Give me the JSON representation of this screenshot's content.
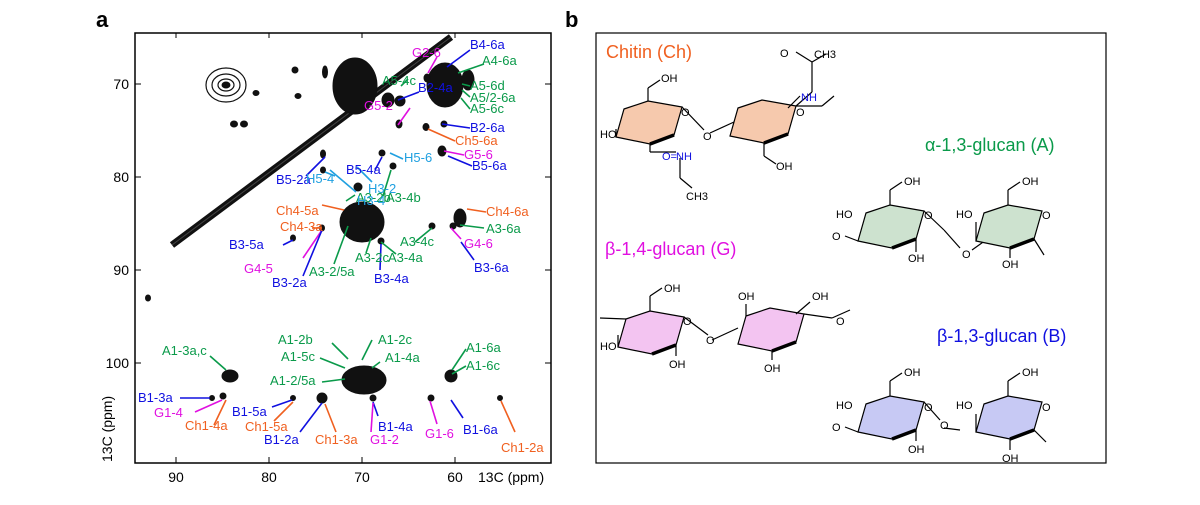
{
  "panel_a": {
    "letter": "a",
    "x_axis_label": "13C (ppm)",
    "y_axis_label": "13C (ppm)",
    "x_ticks": [
      "90",
      "80",
      "70",
      "60"
    ],
    "y_ticks": [
      "70",
      "80",
      "90",
      "100"
    ],
    "peaks": [
      {
        "label": "G2-6",
        "group": "G"
      },
      {
        "label": "B4-6a",
        "group": "B"
      },
      {
        "label": "A4-6a",
        "group": "A"
      },
      {
        "label": "A5-4c",
        "group": "A"
      },
      {
        "label": "B2-4a",
        "group": "B"
      },
      {
        "label": "A5-6d",
        "group": "A"
      },
      {
        "label": "A5/2-6a",
        "group": "A"
      },
      {
        "label": "A5-6c",
        "group": "A"
      },
      {
        "label": "G5-2",
        "group": "G"
      },
      {
        "label": "B2-6a",
        "group": "B"
      },
      {
        "label": "Ch5-6a",
        "group": "Ch"
      },
      {
        "label": "H5-6",
        "group": "H"
      },
      {
        "label": "G5-6",
        "group": "G"
      },
      {
        "label": "B5-2a",
        "group": "B"
      },
      {
        "label": "B5-4a",
        "group": "B"
      },
      {
        "label": "B5-6a",
        "group": "B"
      },
      {
        "label": "H5-4",
        "group": "H"
      },
      {
        "label": "H3-2",
        "group": "H"
      },
      {
        "label": "A3-2b",
        "group": "A"
      },
      {
        "label": "H3-4",
        "group": "H"
      },
      {
        "label": "A3-4b",
        "group": "A"
      },
      {
        "label": "Ch4-5a",
        "group": "Ch"
      },
      {
        "label": "Ch4-6a",
        "group": "Ch"
      },
      {
        "label": "Ch4-3a",
        "group": "Ch"
      },
      {
        "label": "A3-6a",
        "group": "A"
      },
      {
        "label": "B3-5a",
        "group": "B"
      },
      {
        "label": "A3-4c",
        "group": "A"
      },
      {
        "label": "G4-6",
        "group": "G"
      },
      {
        "label": "A3-2c",
        "group": "A"
      },
      {
        "label": "G4-5",
        "group": "G"
      },
      {
        "label": "A3-2/5a",
        "group": "A"
      },
      {
        "label": "A3-4a",
        "group": "A"
      },
      {
        "label": "B3-6a",
        "group": "B"
      },
      {
        "label": "B3-2a",
        "group": "B"
      },
      {
        "label": "B3-4a",
        "group": "B"
      },
      {
        "label": "A1-2b",
        "group": "A"
      },
      {
        "label": "A1-2c",
        "group": "A"
      },
      {
        "label": "A1-3a,c",
        "group": "A"
      },
      {
        "label": "A1-5c",
        "group": "A"
      },
      {
        "label": "A1-4a",
        "group": "A"
      },
      {
        "label": "A1-6a",
        "group": "A"
      },
      {
        "label": "A1-6c",
        "group": "A"
      },
      {
        "label": "A1-2/5a",
        "group": "A"
      },
      {
        "label": "B1-3a",
        "group": "B"
      },
      {
        "label": "G1-4",
        "group": "G"
      },
      {
        "label": "B1-5a",
        "group": "B"
      },
      {
        "label": "Ch1-5a",
        "group": "Ch"
      },
      {
        "label": "B1-4a",
        "group": "B"
      },
      {
        "label": "Ch1-4a",
        "group": "Ch"
      },
      {
        "label": "B1-2a",
        "group": "B"
      },
      {
        "label": "Ch1-3a",
        "group": "Ch"
      },
      {
        "label": "G1-2",
        "group": "G"
      },
      {
        "label": "G1-6",
        "group": "G"
      },
      {
        "label": "B1-6a",
        "group": "B"
      },
      {
        "label": "Ch1-2a",
        "group": "Ch"
      }
    ]
  },
  "panel_b": {
    "letter": "b",
    "chitin": {
      "label": "Chitin (Ch)",
      "atoms": {
        "oh1": "OH",
        "ho": "HO",
        "o_ring1": "O",
        "o_link": "O",
        "o_ring2": "O",
        "nh": "NH",
        "o_carbonyl": "O",
        "ch3_top": "CH3",
        "oh2": "OH",
        "o_eq": "O=",
        "n": "N",
        "h": "H",
        "ch3_bottom": "CH3"
      }
    },
    "alpha": {
      "label": "α-1,3-glucan (A)",
      "atoms": {
        "oh1": "OH",
        "ho1": "HO",
        "o_ring1": "O",
        "oh2": "OH",
        "o_link": "O",
        "ho2": "HO",
        "o_ring2": "O",
        "oh3": "OH",
        "oh4": "OH",
        "o_minus": "O"
      }
    },
    "beta14": {
      "label": "β-1,4-glucan (G)",
      "atoms": {
        "oh1": "OH",
        "o_ring1": "O",
        "ho": "HO",
        "oh2": "OH",
        "o_link": "O",
        "oh3": "OH",
        "o_ring2": "O",
        "oh4": "OH",
        "oh5": "OH"
      }
    },
    "beta13": {
      "label": "β-1,3-glucan (B)",
      "atoms": {
        "oh1": "OH",
        "ho1": "HO",
        "o_ring1": "O",
        "oh2": "OH",
        "o_link": "O",
        "oh3": "OH",
        "ho2": "HO",
        "o_ring2": "O",
        "oh4": "OH",
        "o_minus": "O"
      }
    }
  },
  "colors": {
    "A": "#0a9a4a",
    "B": "#1010e0",
    "G": "#e010e0",
    "Ch": "#f06020",
    "H": "#20a0e0",
    "chitin_fill": "#f6c9ad",
    "alpha_fill": "#cde2cf",
    "beta14_fill": "#f3c4f1",
    "beta13_fill": "#c7c9f4"
  }
}
